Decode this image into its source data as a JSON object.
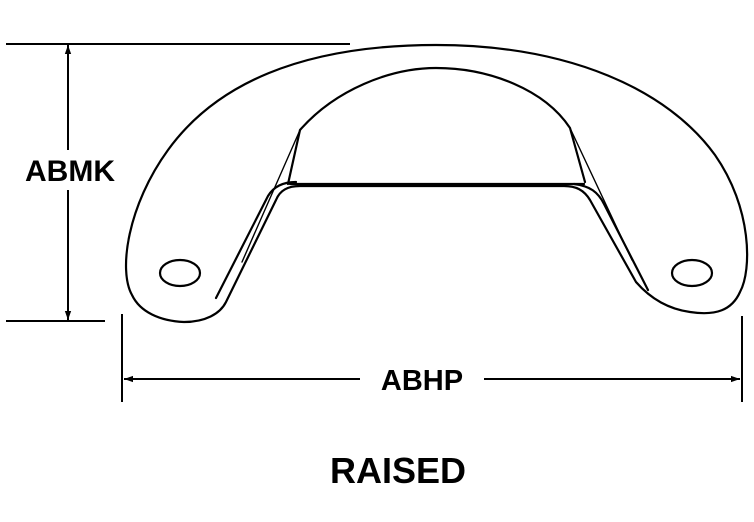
{
  "dimensions": {
    "height_label": "ABMK",
    "width_label": "ABHP"
  },
  "caption": "RAISED",
  "colors": {
    "line": "#000000",
    "background": "#ffffff"
  }
}
